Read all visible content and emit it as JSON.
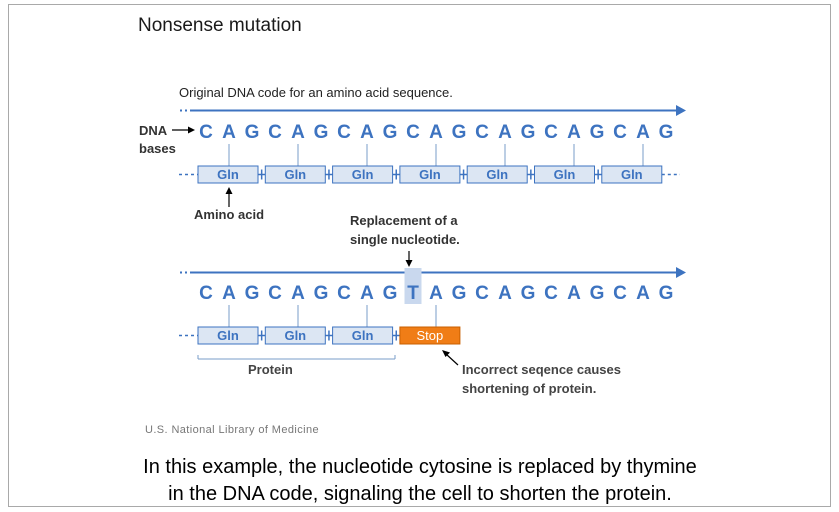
{
  "title": "Nonsense mutation",
  "subtitle": "Original DNA code for an amino acid sequence.",
  "labels": {
    "dna": "DNA",
    "bases": "bases",
    "amino_acid": "Amino acid",
    "replacement_line1": "Replacement of a",
    "replacement_line2": "single nucleotide.",
    "protein": "Protein",
    "incorrect_line1": "Incorrect seqence causes",
    "incorrect_line2": "shortening of protein."
  },
  "original_sequence": [
    "C",
    "A",
    "G",
    "C",
    "A",
    "G",
    "C",
    "A",
    "G",
    "C",
    "A",
    "G",
    "C",
    "A",
    "G",
    "C",
    "A",
    "G",
    "C",
    "A",
    "G"
  ],
  "original_amino_acids": [
    "Gln",
    "Gln",
    "Gln",
    "Gln",
    "Gln",
    "Gln",
    "Gln"
  ],
  "mutated_sequence": [
    "C",
    "A",
    "G",
    "C",
    "A",
    "G",
    "C",
    "A",
    "G",
    "T",
    "A",
    "G",
    "C",
    "A",
    "G",
    "C",
    "A",
    "G",
    "C",
    "A",
    "G"
  ],
  "mutated_amino_acids": [
    "Gln",
    "Gln",
    "Gln",
    "Stop"
  ],
  "mutated_index": 9,
  "credit": "U.S. National Library of Medicine",
  "caption": {
    "line1": "In this example, the nucleotide cytosine is replaced by thymine",
    "line2": "in the DNA code, signaling the cell to shorten the protein."
  },
  "colors": {
    "dna_blue": "#3d73c0",
    "box_fill": "#dce6f3",
    "stop_orange": "#f07d16",
    "highlight": "#c9d8ee"
  }
}
